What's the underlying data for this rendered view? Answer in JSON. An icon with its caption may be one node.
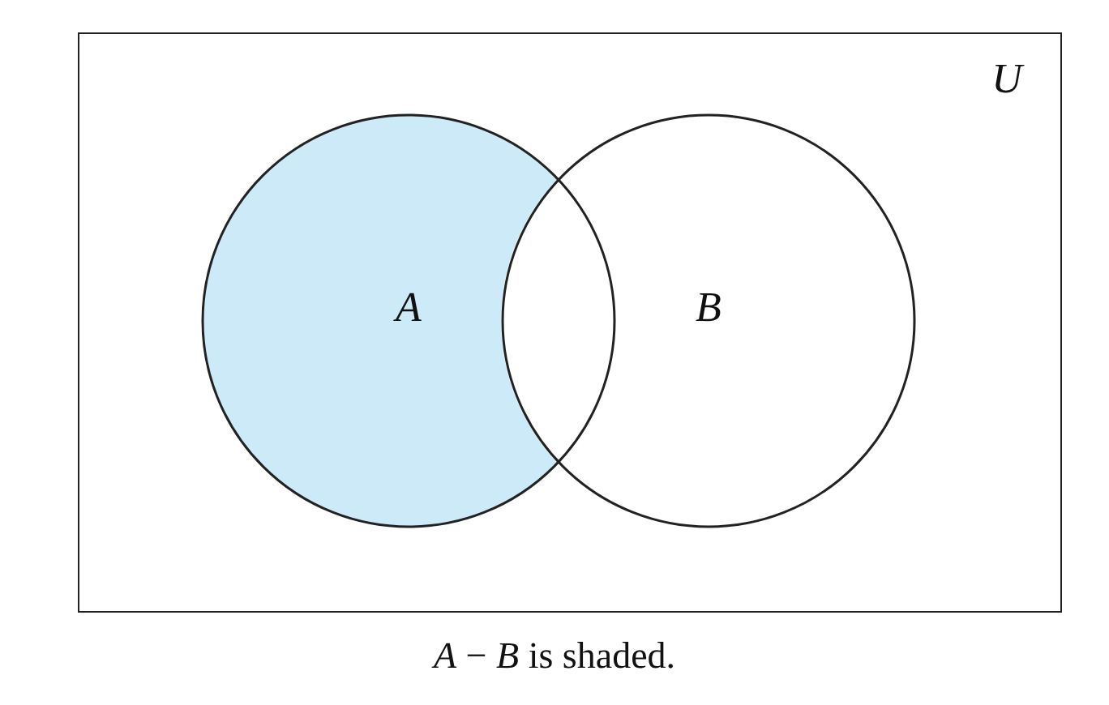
{
  "diagram": {
    "caption": "*A* − *B* is shaded.",
    "nodes": [
      {
        "text": [
          "U"
        ]
      },
      {
        "text": [
          "A"
        ],
        "in": 0
      },
      {
        "text": [
          "B"
        ],
        "in": 0
      }
    ]
  }
}
